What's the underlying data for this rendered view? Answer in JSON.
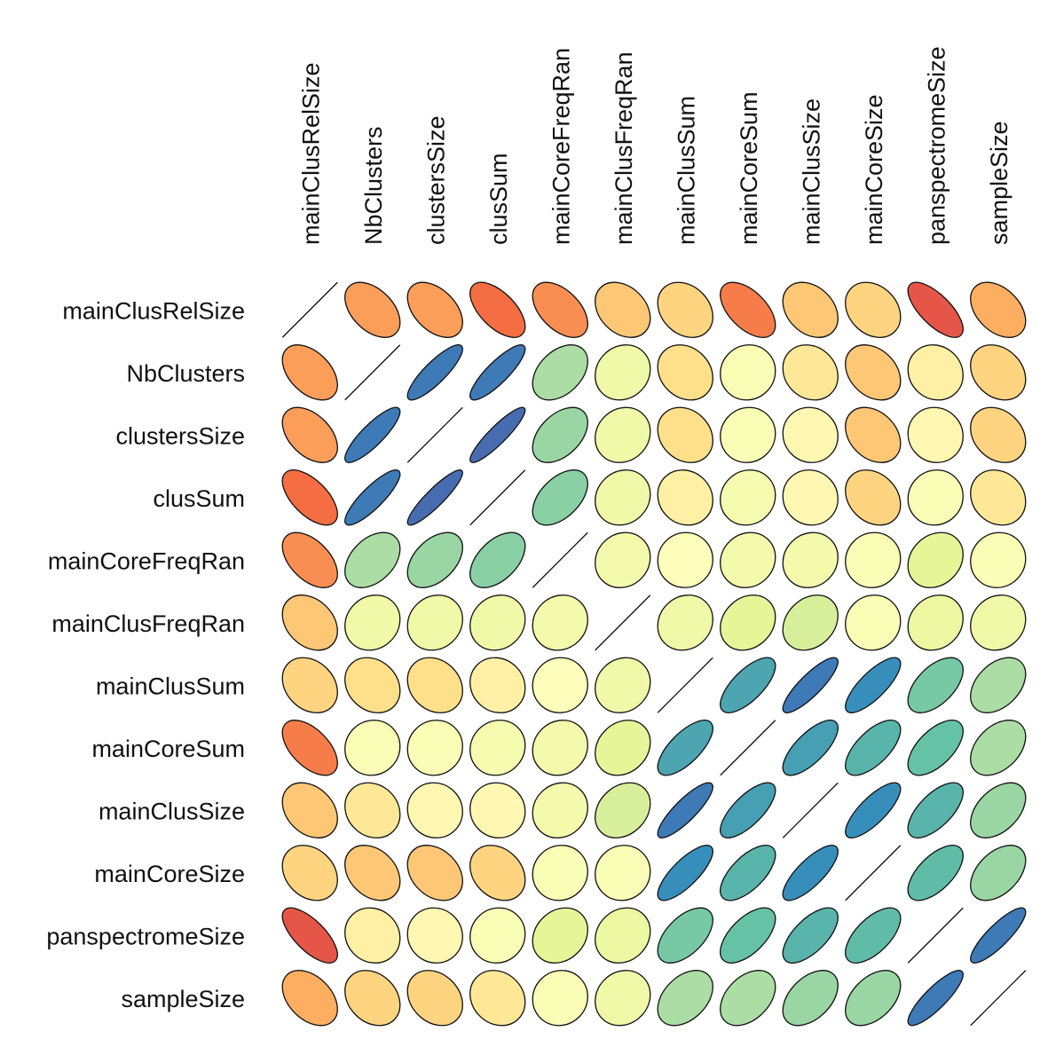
{
  "chart_data": {
    "type": "heatmap",
    "title": "",
    "variables": [
      "mainClusRelSize",
      "NbClusters",
      "clustersSize",
      "clusSum",
      "mainCoreFreqRan",
      "mainClusFreqRan",
      "mainClusSum",
      "mainCoreSum",
      "mainClusSize",
      "mainCoreSize",
      "panspectromeSize",
      "sampleSize"
    ],
    "colorscale": {
      "domain": [
        -1,
        -0.8,
        -0.6,
        -0.4,
        -0.2,
        0,
        0.2,
        0.4,
        0.6,
        0.8,
        1
      ],
      "colors": [
        "#9e0142",
        "#d53e4f",
        "#f46d43",
        "#fdae61",
        "#fee08b",
        "#ffffbf",
        "#e6f598",
        "#abdda4",
        "#66c2a5",
        "#3288bd",
        "#5e4fa2"
      ]
    },
    "correlations": [
      [
        1.0,
        -0.45,
        -0.45,
        -0.6,
        -0.5,
        -0.3,
        -0.25,
        -0.55,
        -0.3,
        -0.25,
        -0.7,
        -0.4
      ],
      [
        -0.45,
        1.0,
        0.85,
        0.85,
        0.4,
        0.12,
        -0.2,
        0.05,
        -0.15,
        -0.3,
        -0.1,
        -0.25
      ],
      [
        -0.45,
        0.85,
        1.0,
        0.9,
        0.45,
        0.12,
        -0.2,
        0.05,
        -0.05,
        -0.3,
        -0.05,
        -0.25
      ],
      [
        -0.6,
        0.85,
        0.9,
        1.0,
        0.5,
        0.12,
        -0.1,
        0.08,
        -0.05,
        -0.25,
        0.05,
        -0.15
      ],
      [
        -0.5,
        0.4,
        0.45,
        0.5,
        1.0,
        0.1,
        0.02,
        0.1,
        0.1,
        0.05,
        0.2,
        0.05
      ],
      [
        -0.3,
        0.12,
        0.12,
        0.12,
        0.1,
        1.0,
        0.12,
        0.2,
        0.25,
        0.05,
        0.15,
        0.12
      ],
      [
        -0.25,
        -0.2,
        -0.2,
        -0.1,
        0.02,
        0.12,
        1.0,
        0.7,
        0.85,
        0.78,
        0.55,
        0.4
      ],
      [
        -0.55,
        0.05,
        0.05,
        0.08,
        0.1,
        0.2,
        0.7,
        1.0,
        0.72,
        0.65,
        0.6,
        0.4
      ],
      [
        -0.3,
        -0.15,
        -0.05,
        -0.05,
        0.1,
        0.25,
        0.85,
        0.72,
        1.0,
        0.78,
        0.65,
        0.45
      ],
      [
        -0.25,
        -0.3,
        -0.3,
        -0.25,
        0.05,
        0.05,
        0.78,
        0.65,
        0.78,
        1.0,
        0.62,
        0.45
      ],
      [
        -0.7,
        -0.1,
        -0.05,
        0.05,
        0.2,
        0.15,
        0.55,
        0.6,
        0.65,
        0.62,
        1.0,
        0.85
      ],
      [
        -0.4,
        -0.25,
        -0.25,
        -0.15,
        0.05,
        0.12,
        0.4,
        0.4,
        0.45,
        0.45,
        0.85,
        1.0
      ]
    ]
  }
}
